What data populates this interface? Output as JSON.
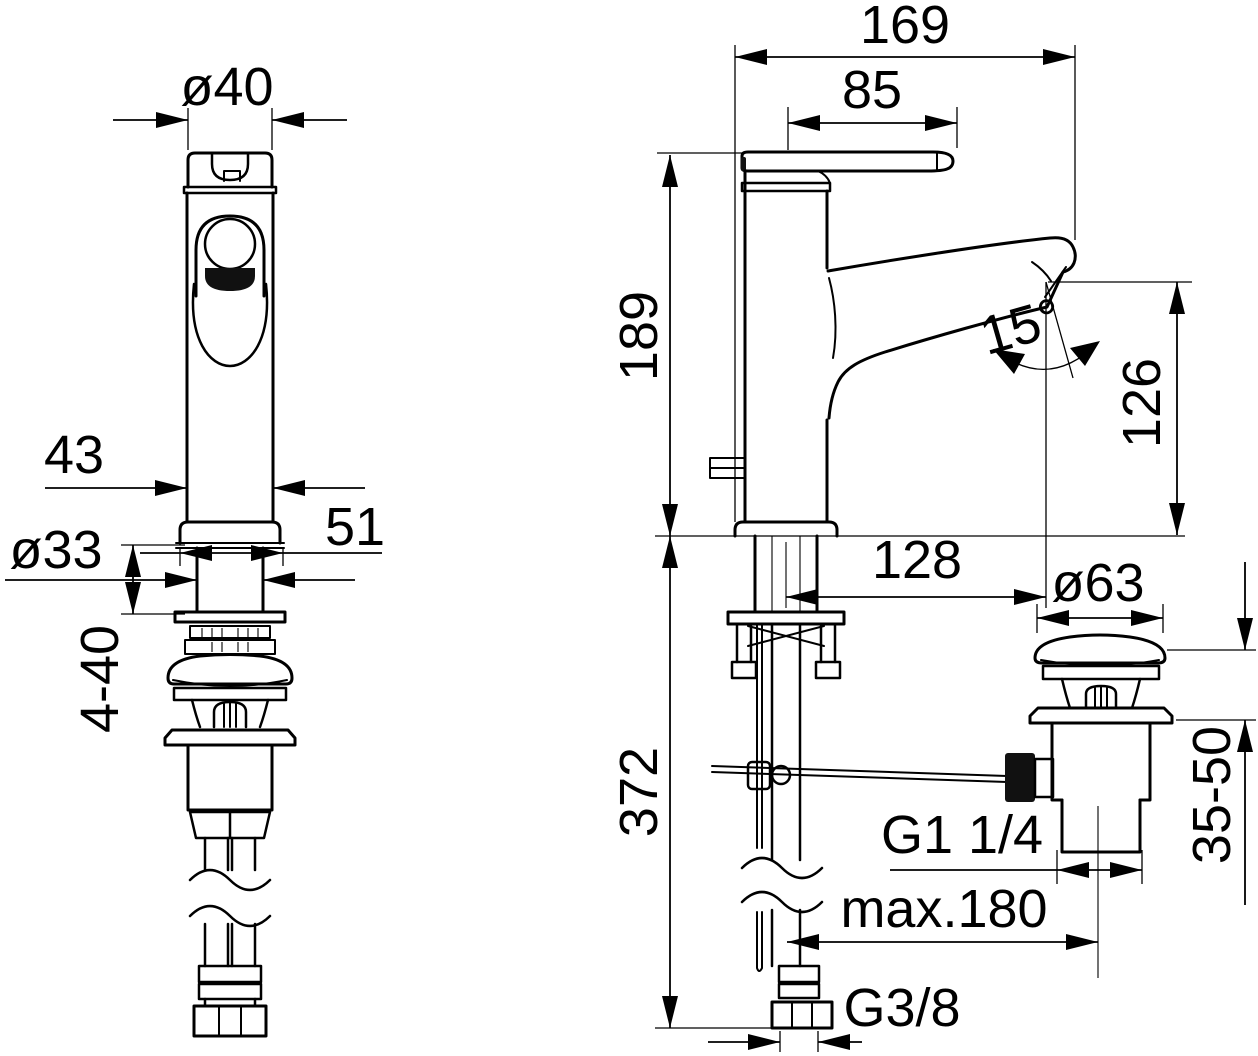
{
  "dims": {
    "front_top_diameter": "ø40",
    "front_body_width": "43",
    "front_base_width": "51",
    "front_shank_diameter": "ø33",
    "deck_thickness_range": "4-40",
    "side_total_depth": "169",
    "handle_length": "85",
    "body_height": "189",
    "spout_angle": "15°",
    "spout_outlet_height": "126",
    "spout_reach": "128",
    "drain_cap_diameter": "ø63",
    "total_height": "372",
    "drain_thread": "G1 1/4",
    "drain_height_range": "35-50",
    "rod_max_reach": "max.180",
    "supply_thread": "G3/8"
  }
}
